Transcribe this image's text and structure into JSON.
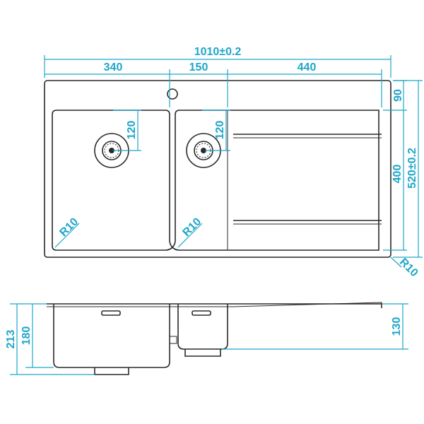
{
  "colors": {
    "dimension": "#1ea6c8",
    "outline": "#2a2a2a",
    "background": "#ffffff"
  },
  "dimensions": {
    "overall_width": "1010±0.2",
    "left_bowl_width": "340",
    "right_bowl_width": "150",
    "drainer_width": "440",
    "top_margin": "90",
    "bowl_length": "400",
    "overall_depth": "520±0.2",
    "corner_radius_outer": "R10",
    "left_bowl_drain_offset": "120",
    "right_bowl_drain_offset": "120",
    "left_bowl_radius": "R10",
    "right_bowl_radius": "R10",
    "total_height": "213",
    "left_bowl_depth": "180",
    "right_bowl_depth": "130"
  }
}
